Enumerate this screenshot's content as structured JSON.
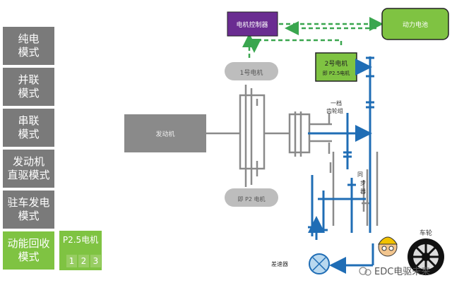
{
  "modes": [
    {
      "label": "纯电\n模式"
    },
    {
      "label": "并联\n模式"
    },
    {
      "label": "串联\n模式"
    },
    {
      "label": "发动机\n直驱模式"
    },
    {
      "label": "驻车发电\n模式"
    },
    {
      "label": "动能回收\n模式"
    }
  ],
  "sub_panel": {
    "title": "P2.5电机",
    "buttons": [
      "1",
      "2",
      "3"
    ]
  },
  "diagram": {
    "controller": "电机控制器",
    "battery": "动力电池",
    "motor1": "1号电机",
    "motor2_line1": "2号电机",
    "motor2_line2": "即 P2.5电机",
    "p2_motor": "即 P2 电机",
    "engine": "发动机",
    "gear1_line1": "一档",
    "gear1_line2": "齿轮组",
    "sync_chars": [
      "同",
      "步",
      "器"
    ],
    "diff": "差速器",
    "wheel": "车轮",
    "watermark": "EDC电驱未来"
  },
  "colors": {
    "purple": "#6a2c91",
    "green": "#7fc342",
    "blue": "#1f6db5",
    "dash": "#3aa64f",
    "gray": "#8a8a8a"
  }
}
